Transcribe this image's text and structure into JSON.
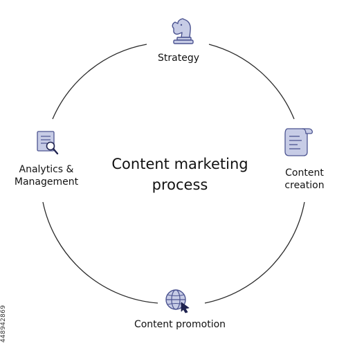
{
  "title_lines": [
    "Content marketing",
    "process"
  ],
  "steps": [
    {
      "label_lines": [
        "Strategy"
      ],
      "icon": "chess-knight-icon"
    },
    {
      "label_lines": [
        "Content",
        "creation"
      ],
      "icon": "document-scroll-icon"
    },
    {
      "label_lines": [
        "Content promotion"
      ],
      "icon": "globe-cursor-icon"
    },
    {
      "label_lines": [
        "Analytics &",
        "Management"
      ],
      "icon": "document-magnifier-icon"
    }
  ],
  "stock_id": "448942869",
  "colors": {
    "ring": "#2a2a2a",
    "icon_fill": "#c7cce6",
    "icon_stroke": "#4b5390",
    "text": "#111111"
  }
}
